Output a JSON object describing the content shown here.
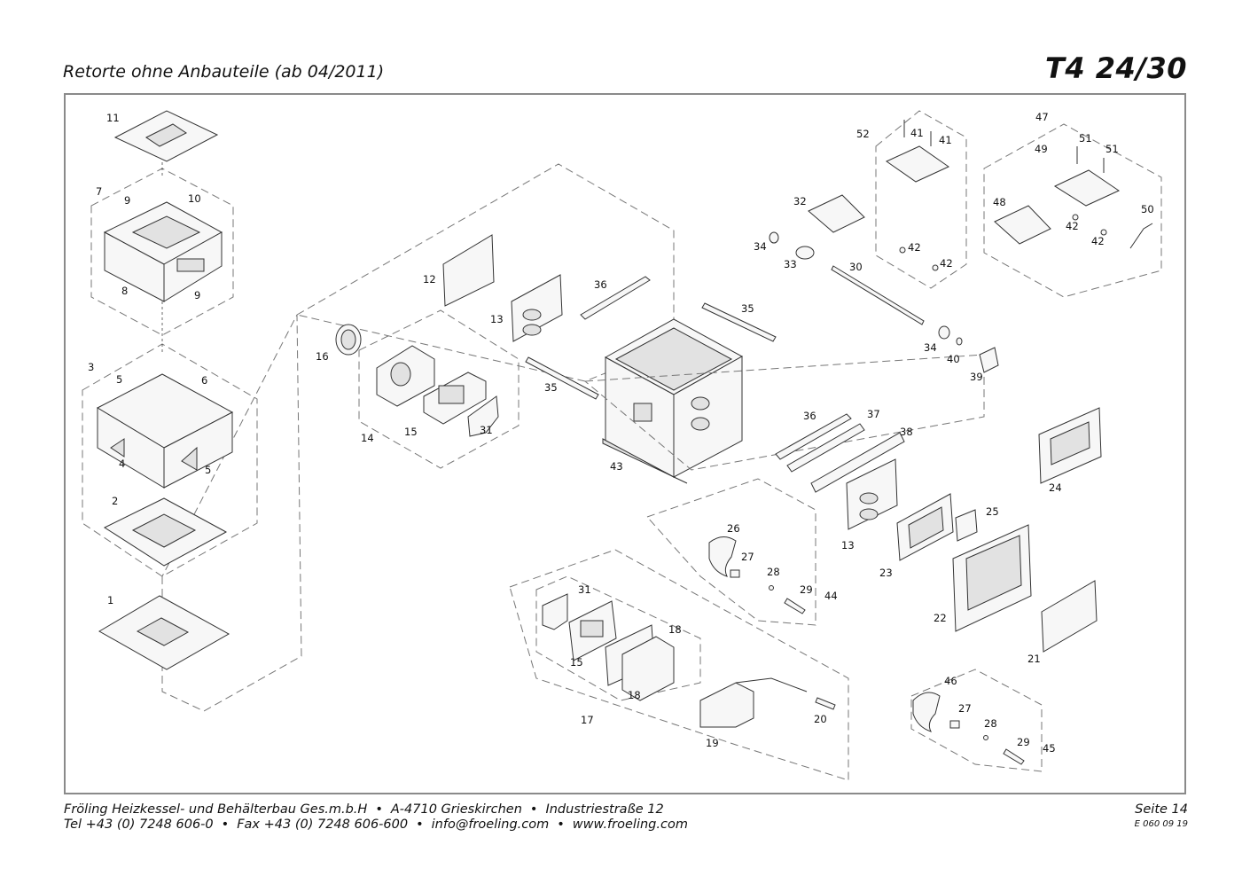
{
  "header": {
    "title": "Retorte ohne Anbauteile (ab 04/2011)",
    "model": "T4 24/30"
  },
  "footer": {
    "company": "Fröling Heizkessel- und Behälterbau Ges.m.b.H",
    "city": "A-4710 Grieskirchen",
    "street": "Industriestraße 12",
    "phone": "Tel +43 (0) 7248 606-0",
    "fax": "Fax +43 (0) 7248 606-600",
    "email": "info@froeling.com",
    "web": "www.froeling.com",
    "page": "Seite 14",
    "doc_number": "E 060 09 19"
  },
  "part_labels": {
    "p1": "1",
    "p2": "2",
    "p3": "3",
    "p4": "4",
    "p5a": "5",
    "p5b": "5",
    "p6": "6",
    "p7": "7",
    "p8": "8",
    "p9a": "9",
    "p9b": "9",
    "p10": "10",
    "p11": "11",
    "p12": "12",
    "p13a": "13",
    "p13b": "13",
    "p14": "14",
    "p15a": "15",
    "p15b": "15",
    "p16": "16",
    "p17": "17",
    "p18a": "18",
    "p18b": "18",
    "p19": "19",
    "p20": "20",
    "p21": "21",
    "p22": "22",
    "p23": "23",
    "p24": "24",
    "p25": "25",
    "p26": "26",
    "p27a": "27",
    "p27b": "27",
    "p28a": "28",
    "p28b": "28",
    "p29a": "29",
    "p29b": "29",
    "p30": "30",
    "p31a": "31",
    "p31b": "31",
    "p32": "32",
    "p33": "33",
    "p34a": "34",
    "p34b": "34",
    "p35a": "35",
    "p35b": "35",
    "p36a": "36",
    "p36b": "36",
    "p37": "37",
    "p38": "38",
    "p39": "39",
    "p40": "40",
    "p41a": "41",
    "p41b": "41",
    "p42a": "42",
    "p42b": "42",
    "p42c": "42",
    "p42d": "42",
    "p43": "43",
    "p44": "44",
    "p45": "45",
    "p46": "46",
    "p47": "47",
    "p48": "48",
    "p49": "49",
    "p50": "50",
    "p51a": "51",
    "p51b": "51",
    "p52": "52"
  }
}
